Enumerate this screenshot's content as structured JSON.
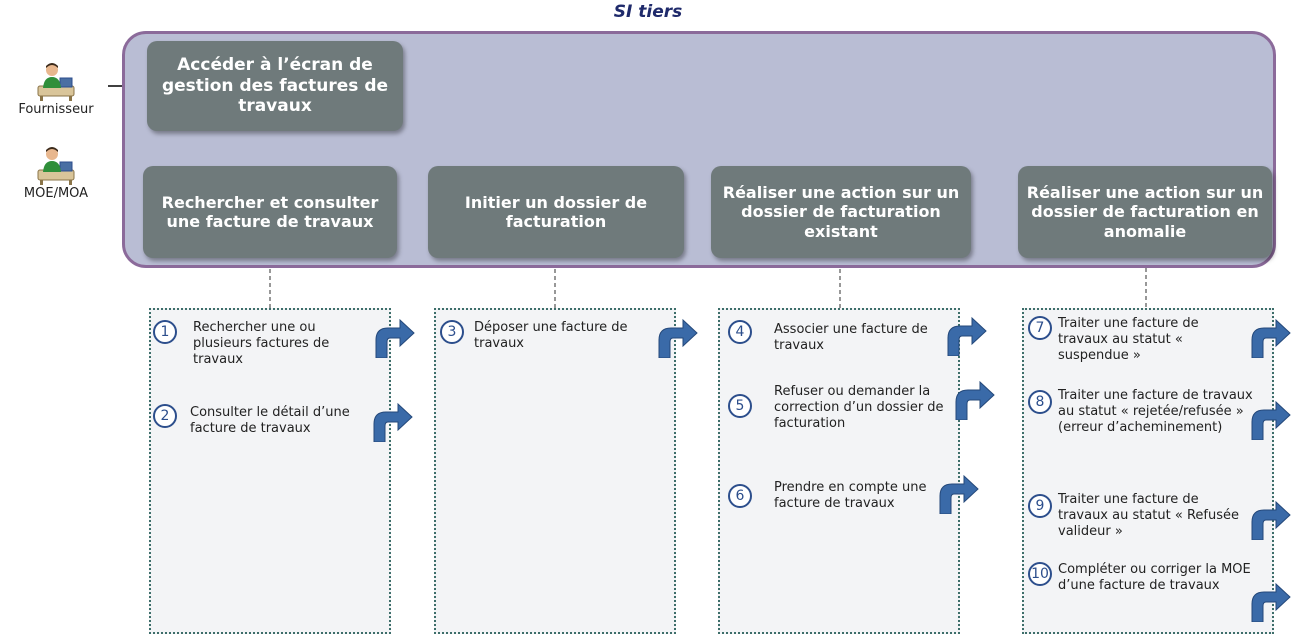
{
  "title": "SI tiers",
  "actors": [
    {
      "label": "Fournisseur",
      "icon": "person-at-desk-icon"
    },
    {
      "label": "MOE/MOA",
      "icon": "person-at-desk-icon"
    }
  ],
  "root": {
    "label": "Accéder à l’écran de gestion des factures de travaux"
  },
  "categories": [
    {
      "label": "Rechercher et consulter une facture de travaux"
    },
    {
      "label": "Initier un dossier de facturation"
    },
    {
      "label": "Réaliser une action sur un dossier de facturation existant"
    },
    {
      "label": "Réaliser une action sur un dossier de facturation en anomalie"
    }
  ],
  "panels": [
    {
      "items": [
        {
          "num": "1",
          "text": "Rechercher une ou plusieurs factures de travaux"
        },
        {
          "num": "2",
          "text": "Consulter le détail d’une facture de travaux"
        }
      ]
    },
    {
      "items": [
        {
          "num": "3",
          "text": "Déposer une facture de travaux"
        }
      ]
    },
    {
      "items": [
        {
          "num": "4",
          "text": "Associer une facture de travaux"
        },
        {
          "num": "5",
          "text": "Refuser ou demander la correction d’un dossier de facturation"
        },
        {
          "num": "6",
          "text": "Prendre en compte une facture de travaux"
        }
      ]
    },
    {
      "items": [
        {
          "num": "7",
          "text": "Traiter une facture de travaux au statut « suspendue »"
        },
        {
          "num": "8",
          "text": "Traiter une facture de travaux au statut « rejetée/refusée » (erreur d’acheminement)"
        },
        {
          "num": "9",
          "text": "Traiter une facture de travaux au statut « Refusée valideur »"
        },
        {
          "num": "10",
          "text": "Compléter ou corriger la MOE d’une facture de travaux"
        }
      ]
    }
  ],
  "colors": {
    "frame_fill": "#b9bdd4",
    "frame_border": "#8b6a9a",
    "box_fill": "#6f7a7b",
    "title": "#1f2a6b",
    "number_circle": "#2c4e8c",
    "turn_arrow": "#3a6aa8",
    "panel_border": "#3d6e6a"
  }
}
